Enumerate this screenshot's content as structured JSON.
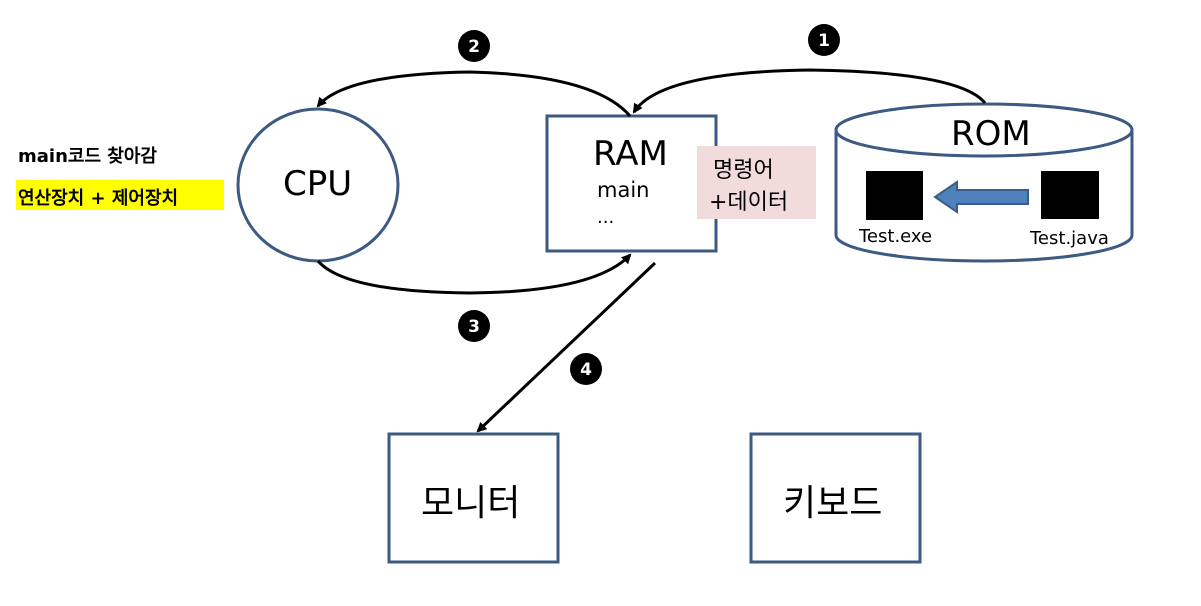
{
  "left_notes": {
    "title": "main코드 찾아감",
    "highlight": "연산장치 + 제어장치"
  },
  "cpu": {
    "label": "CPU"
  },
  "ram": {
    "label": "RAM",
    "line1": "main",
    "line2": "..."
  },
  "ram_note": {
    "line1": "명령어",
    "line2": "+데이터"
  },
  "rom": {
    "label": "ROM",
    "file_left": "Test.exe",
    "file_right": "Test.java"
  },
  "monitor": {
    "label": "모니터"
  },
  "keyboard": {
    "label": "키보드"
  },
  "steps": [
    "1",
    "2",
    "3",
    "4"
  ],
  "colors": {
    "shape_border": "#3c5a82",
    "arrow_fill": "#4f81bd",
    "note_bg": "#f2dcdb",
    "highlight_bg": "#ffff00"
  }
}
